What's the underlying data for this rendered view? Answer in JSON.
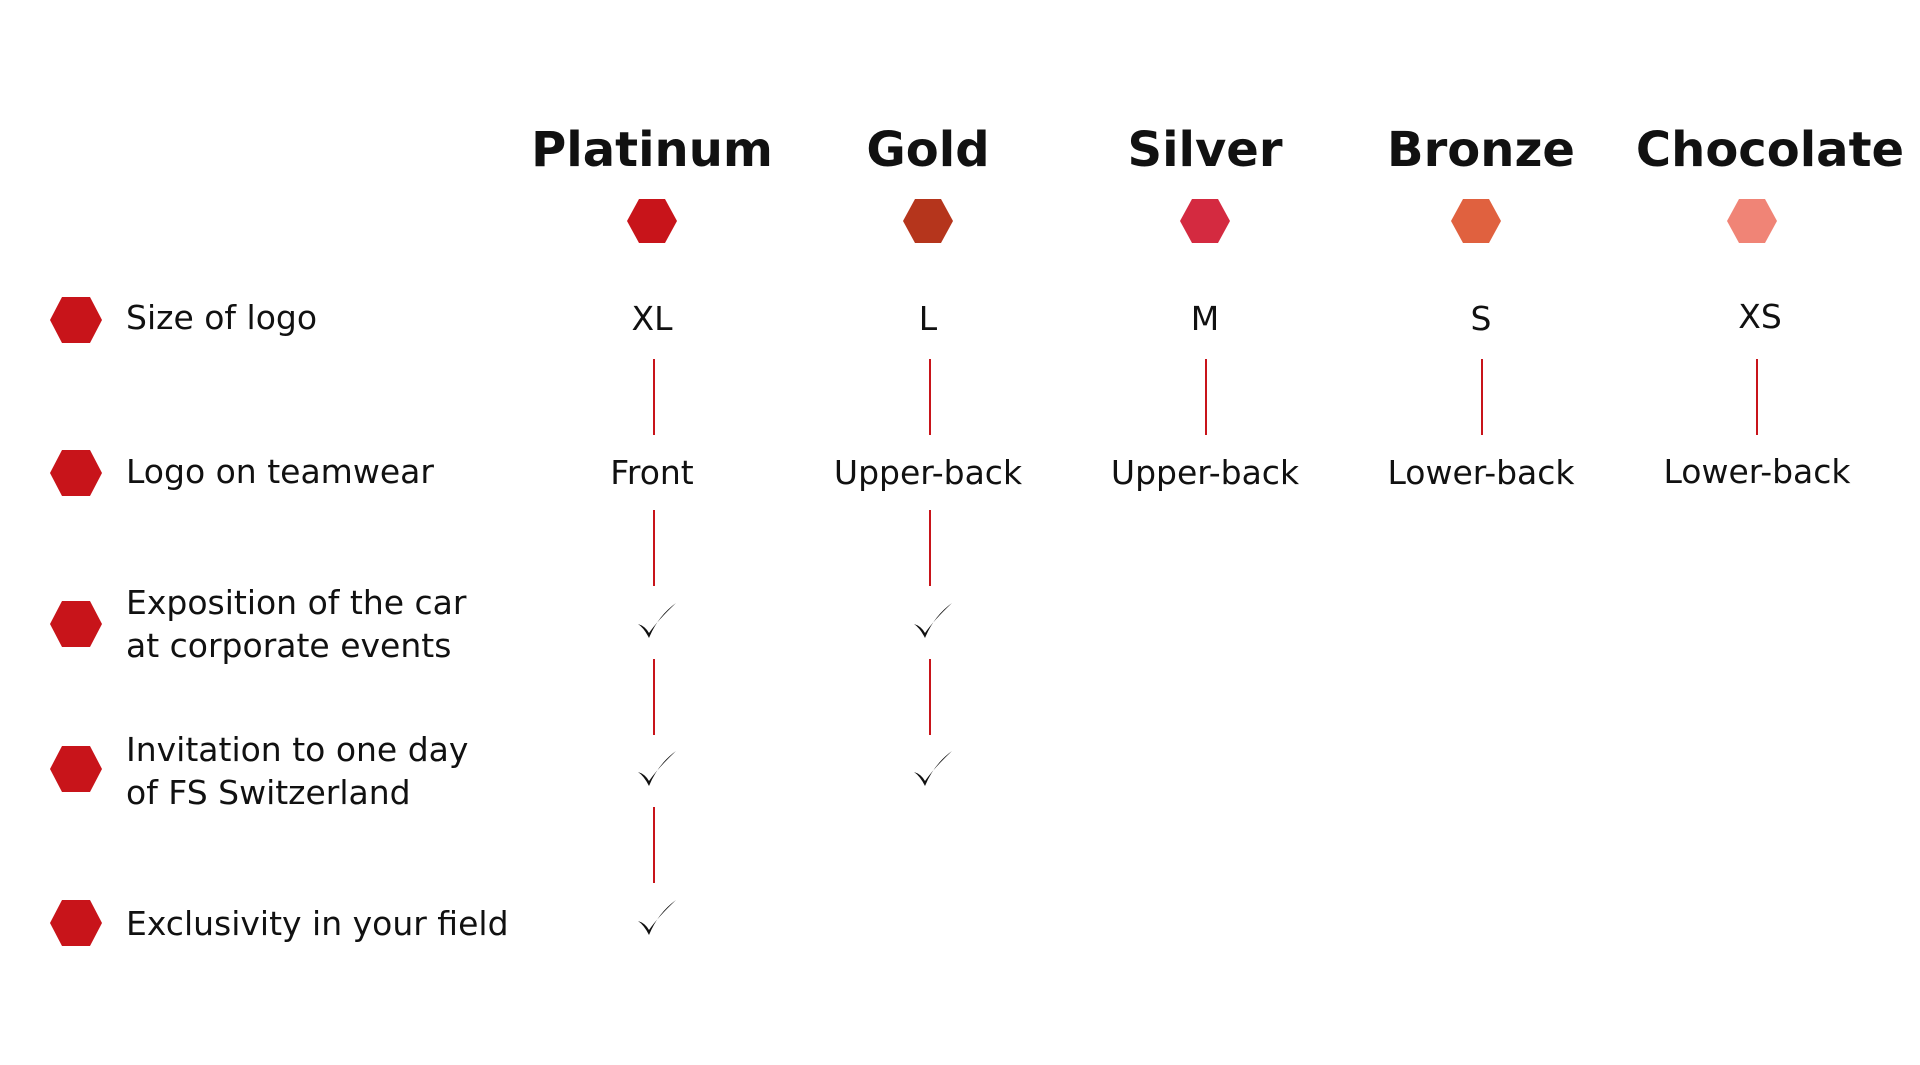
{
  "colors": {
    "row_marker": "#c8141a",
    "connector_line": "#c8141a",
    "text": "#111111"
  },
  "tiers": [
    {
      "name": "Platinum",
      "badge_color": "#c8141a"
    },
    {
      "name": "Gold",
      "badge_color": "#b5351c"
    },
    {
      "name": "Silver",
      "badge_color": "#d42a40"
    },
    {
      "name": "Bronze",
      "badge_color": "#e0613f"
    },
    {
      "name": "Chocolate",
      "badge_color": "#f08476"
    }
  ],
  "rows": [
    {
      "label_lines": [
        "Size of logo"
      ],
      "icon": "hexagon-bullet-icon",
      "values": [
        "XL",
        "L",
        "M",
        "S",
        "XS"
      ]
    },
    {
      "label_lines": [
        "Logo on teamwear"
      ],
      "icon": "hexagon-bullet-icon",
      "values": [
        "Front",
        "Upper-back",
        "Upper-back",
        "Lower-back",
        "Lower-back"
      ]
    },
    {
      "label_lines": [
        "Exposition of the car",
        "at corporate events"
      ],
      "icon": "hexagon-bullet-icon",
      "values": [
        true,
        true,
        false,
        false,
        false
      ]
    },
    {
      "label_lines": [
        "Invitation to one day",
        "of FS Switzerland"
      ],
      "icon": "hexagon-bullet-icon",
      "values": [
        true,
        true,
        false,
        false,
        false
      ]
    },
    {
      "label_lines": [
        "Exclusivity in your field"
      ],
      "icon": "hexagon-bullet-icon",
      "values": [
        true,
        false,
        false,
        false,
        false
      ]
    }
  ]
}
